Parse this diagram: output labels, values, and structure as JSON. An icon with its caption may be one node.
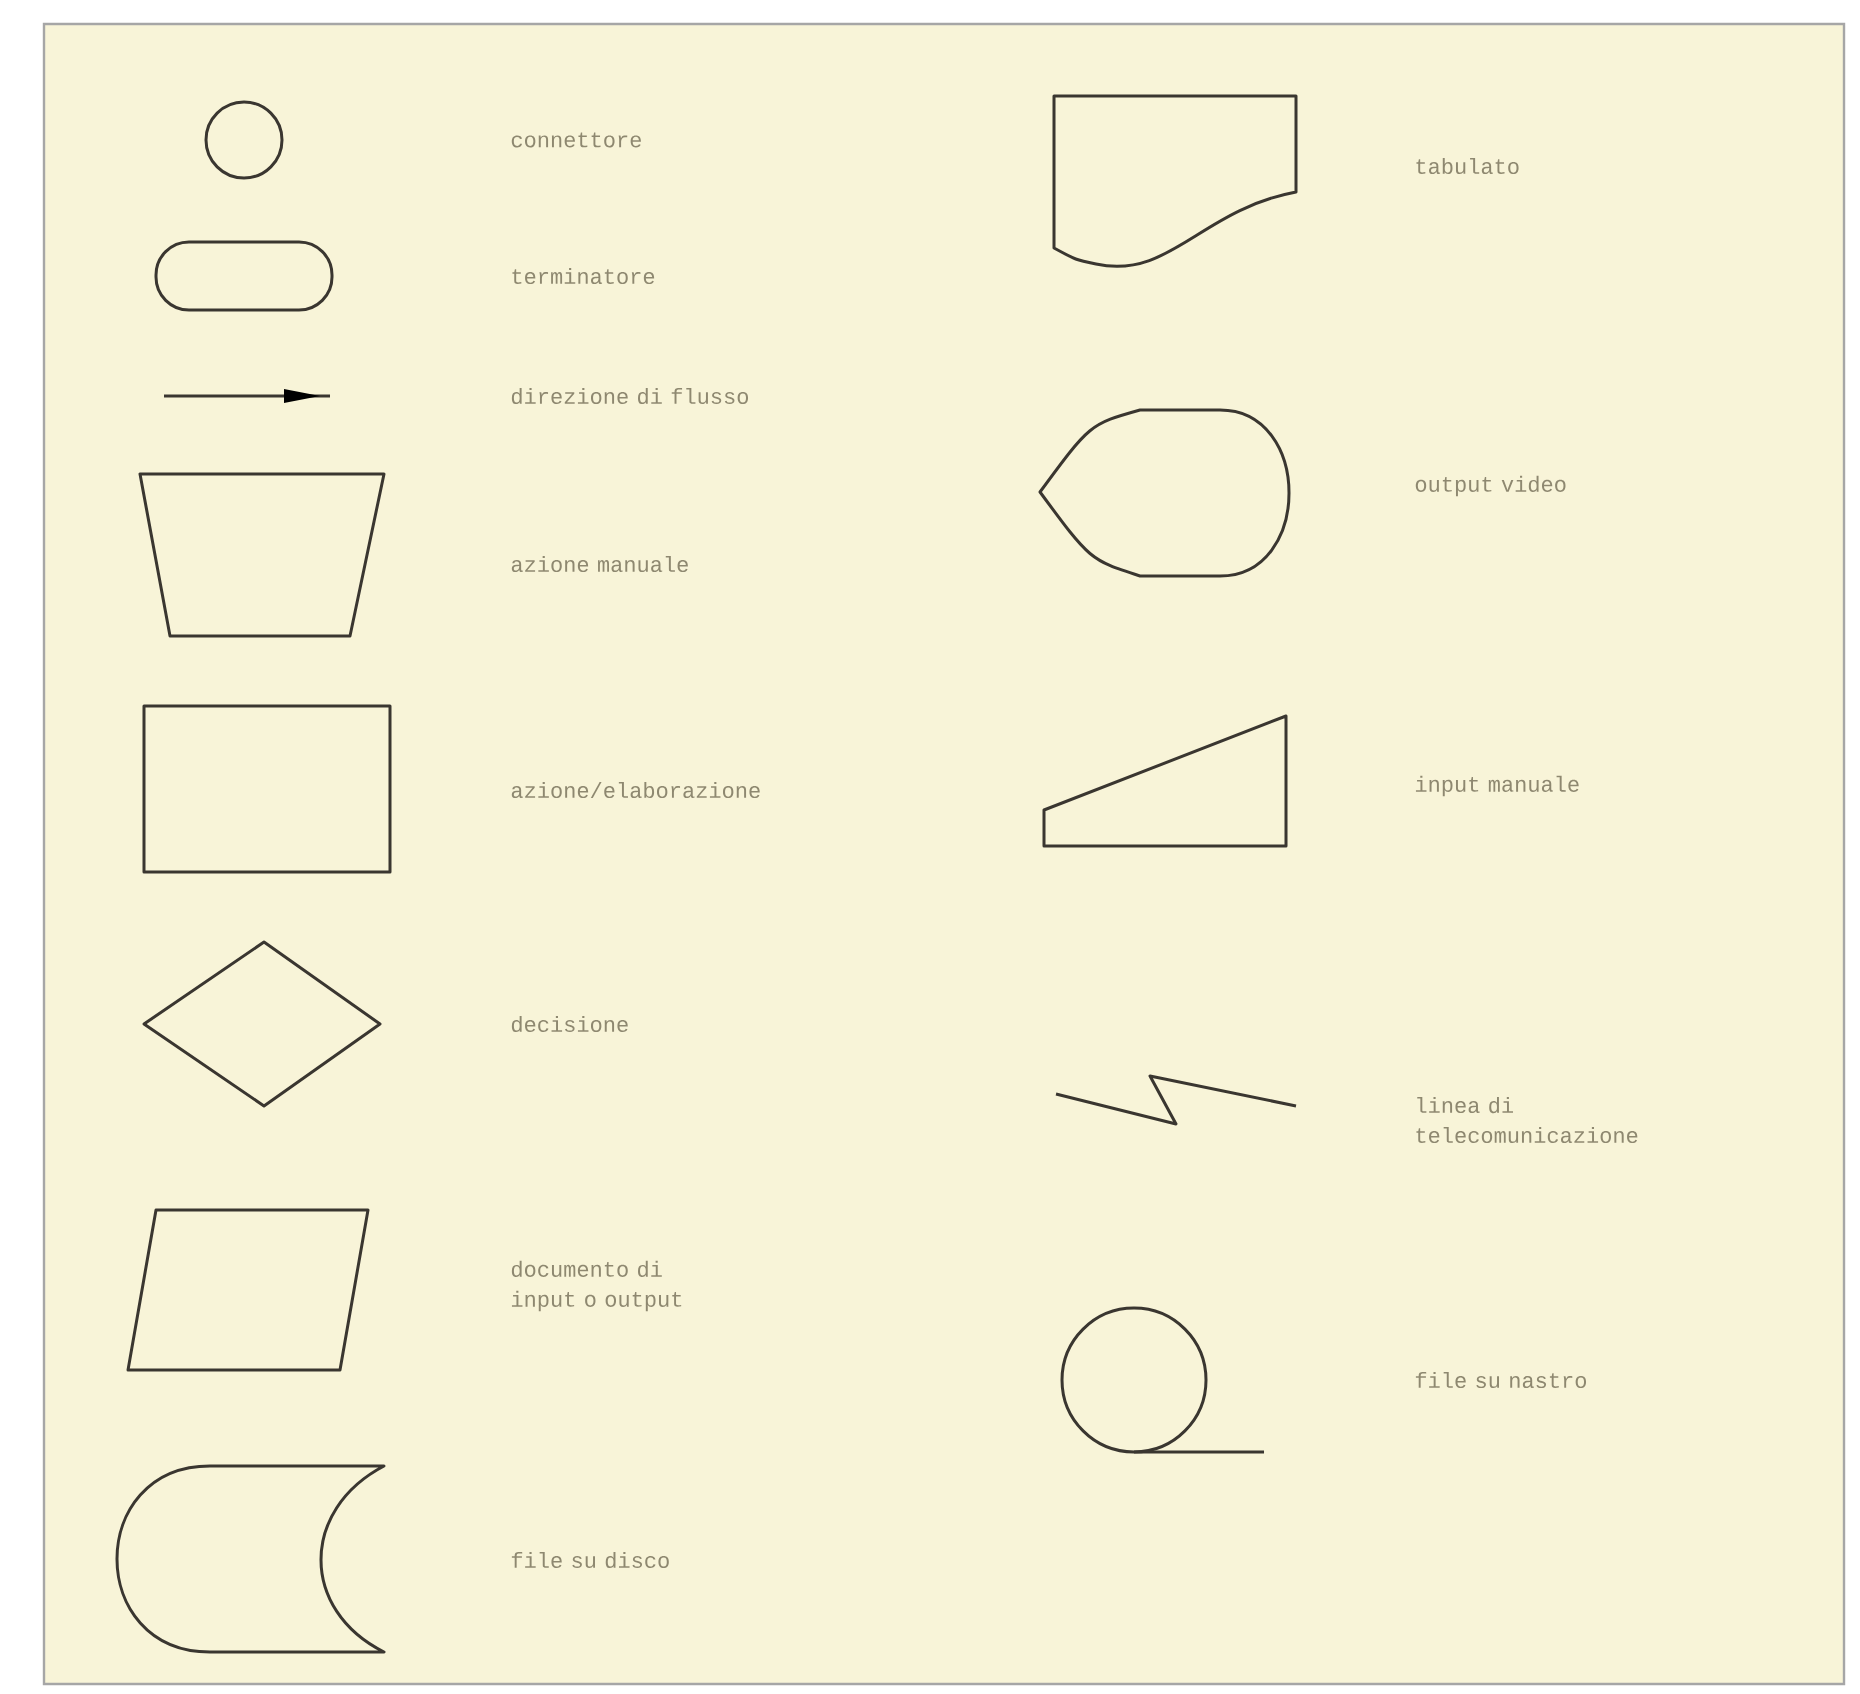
{
  "diagram": {
    "nodes": [
      {
        "text": [],
        "shape": "circle"
      },
      {
        "text": [],
        "shape": "terminal"
      },
      {
        "text": [],
        "shape": "arrow"
      },
      {
        "text": [],
        "shape": "trapezoid"
      },
      {
        "text": [],
        "shape": "box"
      },
      {
        "text": [],
        "shape": "diamond"
      },
      {
        "text": [],
        "shape": "parallelogram"
      },
      {
        "text": [],
        "shape": "disk"
      },
      {
        "text": [],
        "shape": "document"
      },
      {
        "text": [],
        "shape": "display"
      },
      {
        "text": [],
        "shape": "manual-input"
      },
      {
        "text": [],
        "shape": "zigzag"
      },
      {
        "text": [],
        "shape": "tape"
      }
    ],
    "labels": [
      "connettore",
      "terminatore",
      "direzione di flusso",
      "azione manuale",
      "azione/elaborazione",
      "decisione",
      "documento di input o output",
      "file su disco",
      "tabulato",
      "output video",
      "input manuale",
      "linea di telecomunicazione",
      "file su nastro"
    ]
  }
}
